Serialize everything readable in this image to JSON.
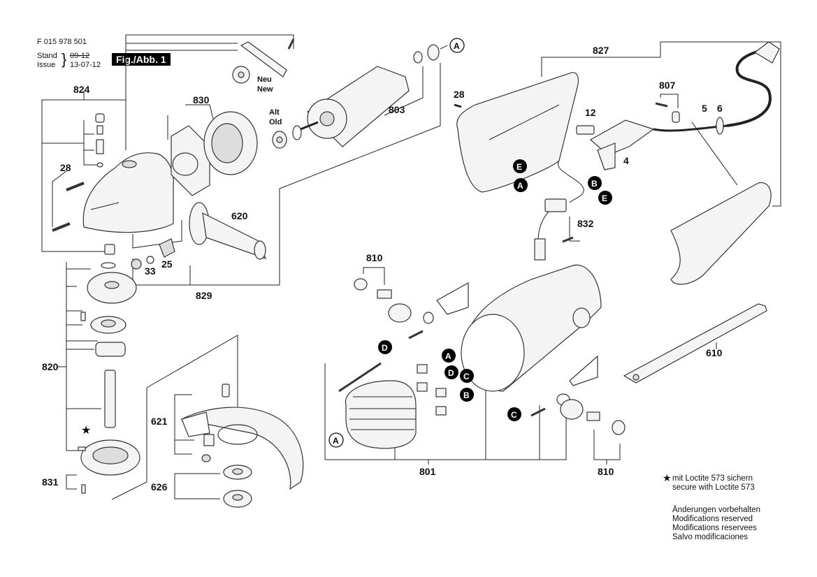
{
  "header": {
    "doc_number": "F 015 978 501",
    "stand_label": "Stand",
    "issue_label": "Issue",
    "old_date": "09-12",
    "date": "13-07-12",
    "figure": "Fig./Abb. 1"
  },
  "labels": {
    "neu": "Neu",
    "new": "New",
    "alt": "Alt",
    "old": "Old"
  },
  "callouts": {
    "p824": "824",
    "p830": "830",
    "p803": "803",
    "p28a": "28",
    "p28b": "28",
    "p620": "620",
    "p25": "25",
    "p33": "33",
    "p829": "829",
    "p820": "820",
    "p831": "831",
    "p621": "621",
    "p626": "626",
    "p827": "827",
    "p807": "807",
    "p12": "12",
    "p5": "5",
    "p6": "6",
    "p4": "4",
    "p832": "832",
    "p810a": "810",
    "p810b": "810",
    "p801": "801",
    "p610": "610"
  },
  "refs": {
    "A": "A",
    "B": "B",
    "C": "C",
    "D": "D",
    "E": "E"
  },
  "notes": {
    "star": "★",
    "loctite_de": "mit Loctite 573 sichern",
    "loctite_en": "secure with Loctite 573",
    "mod_de": "Änderungen vorbehalten",
    "mod_en": "Modifications reserved",
    "mod_fr": "Modifications reservees",
    "mod_es": "Salvo modificaciones"
  }
}
